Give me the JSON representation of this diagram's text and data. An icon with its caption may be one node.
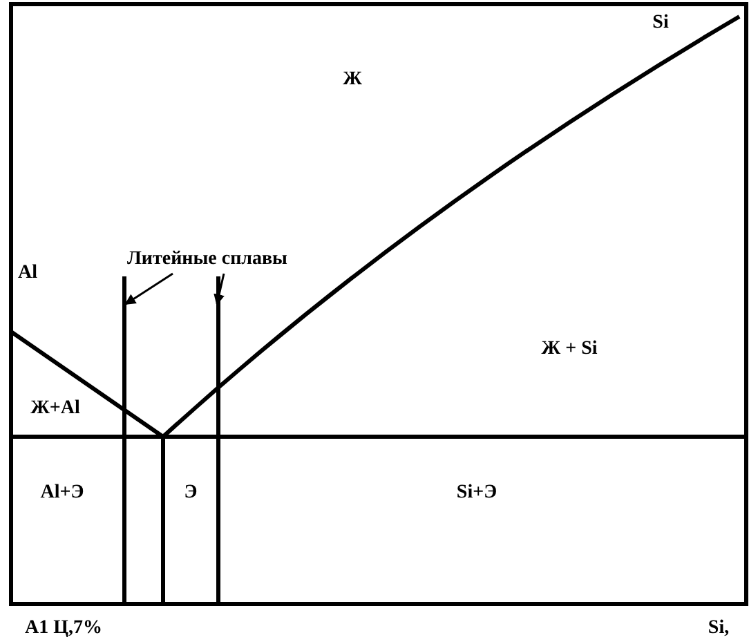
{
  "diagram": {
    "nodes": [
      {
        "text": [
          "Литейные сплавы"
        ]
      },
      {
        "text": [],
        "shape": "line"
      },
      {
        "text": [],
        "shape": "line"
      }
    ],
    "edges": [
      {
        "from": 0,
        "to": 1,
        "arrow": "to"
      },
      {
        "from": 0,
        "to": 2,
        "arrow": "to"
      }
    ],
    "labels": [
      "Si",
      "Ж",
      "Al",
      "Ж + Si",
      "Ж+Al",
      "Al+Э",
      "Э",
      "Si+Э",
      "A1 Ц,7%",
      "Si,"
    ]
  }
}
